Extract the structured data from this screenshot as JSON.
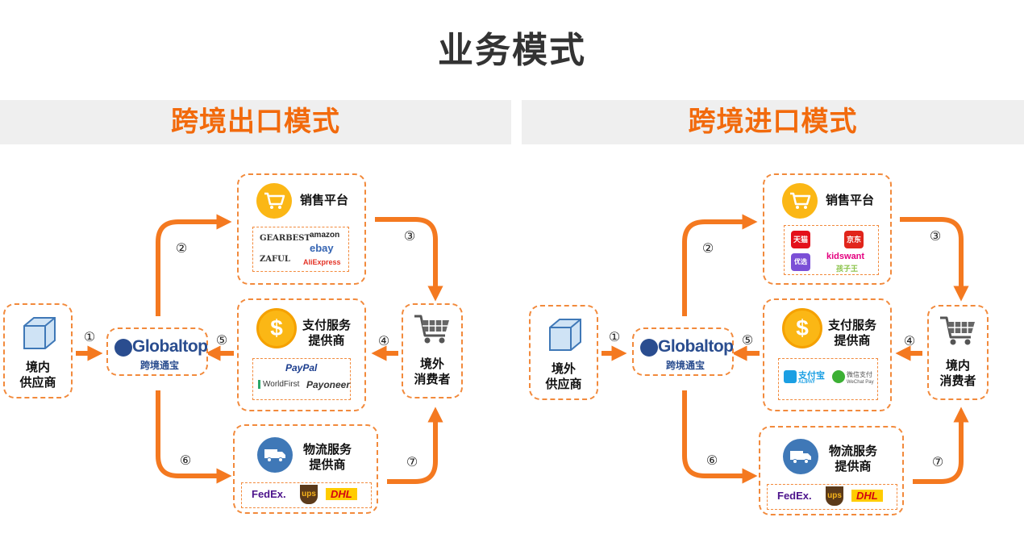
{
  "title": "业务模式",
  "colors": {
    "accent": "#f26a0c",
    "arrow": "#f47920",
    "dashed": "#f28a3c",
    "coin": "#fbb715",
    "truck": "#3f78b7"
  },
  "export_mode": {
    "banner": "跨境出口模式",
    "supplier": {
      "line1": "境内",
      "line2": "供应商",
      "icon": "box-icon"
    },
    "hub": {
      "brand": "Globaltop",
      "sub": "跨境通宝"
    },
    "sales": {
      "title": "销售平台",
      "icon": "cart-icon",
      "logos": [
        "GEARBEST",
        "amazon",
        "ZAFUL",
        "ebay",
        "AliExpress"
      ]
    },
    "payment": {
      "line1": "支付服务",
      "line2": "提供商",
      "icon": "dollar-coin-icon",
      "logos": [
        "PayPal",
        "WorldFirst",
        "Payoneer"
      ]
    },
    "logistics": {
      "line1": "物流服务",
      "line2": "提供商",
      "icon": "truck-icon",
      "logos": [
        "FedEx.",
        "ups",
        "DHL"
      ]
    },
    "consumer": {
      "line1": "境外",
      "line2": "消费者",
      "icon": "shopping-cart-icon"
    },
    "steps": [
      "①",
      "②",
      "③",
      "④",
      "⑤",
      "⑥",
      "⑦"
    ]
  },
  "import_mode": {
    "banner": "跨境进口模式",
    "supplier": {
      "line1": "境外",
      "line2": "供应商",
      "icon": "box-icon"
    },
    "hub": {
      "brand": "Globaltop",
      "sub": "跨境通宝"
    },
    "sales": {
      "title": "销售平台",
      "icon": "cart-icon",
      "logos": [
        "天猫",
        "京东",
        "优选",
        "kidswant",
        "孩子王"
      ]
    },
    "payment": {
      "line1": "支付服务",
      "line2": "提供商",
      "icon": "dollar-coin-icon",
      "logos": [
        "支付宝",
        "ALIPAY",
        "微信支付",
        "WeChat Pay"
      ]
    },
    "logistics": {
      "line1": "物流服务",
      "line2": "提供商",
      "icon": "truck-icon",
      "logos": [
        "FedEx.",
        "ups",
        "DHL"
      ]
    },
    "consumer": {
      "line1": "境内",
      "line2": "消费者",
      "icon": "shopping-cart-icon"
    },
    "steps": [
      "①",
      "②",
      "③",
      "④",
      "⑤",
      "⑥",
      "⑦"
    ]
  }
}
